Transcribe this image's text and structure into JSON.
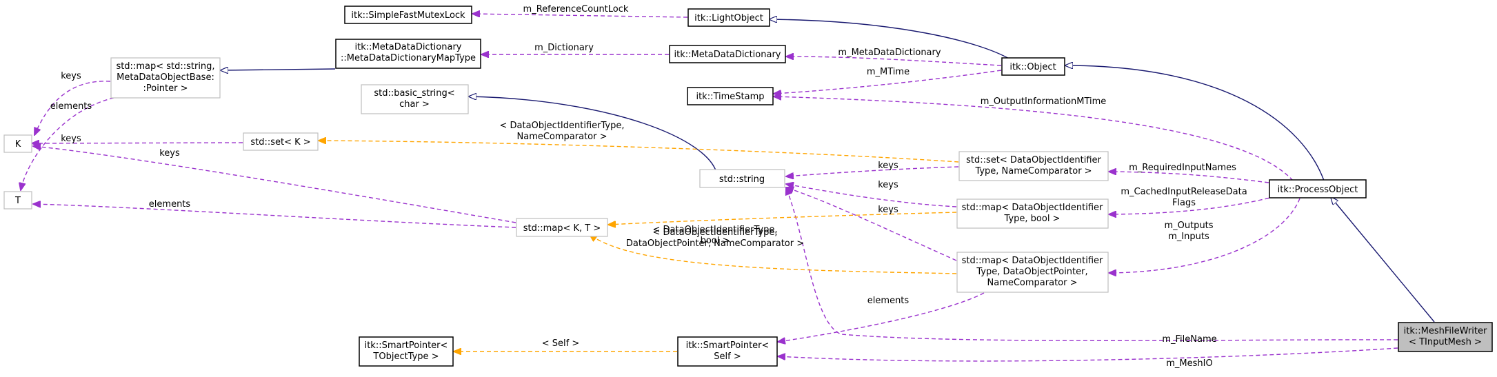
{
  "colors": {
    "inheritance": "#191970",
    "usage": "#9a32cd",
    "template": "#ffa500",
    "light_border": "#bfbfbf",
    "focus_fill": "#bfbfbf"
  },
  "nodes": {
    "simple_fast_mutex_lock": [
      "itk::SimpleFastMutexLock"
    ],
    "light_object": [
      "itk::LightObject"
    ],
    "meta_data_dictionary_map_type": [
      "itk::MetaDataDictionary",
      "::MetaDataDictionaryMapType"
    ],
    "meta_data_dictionary": [
      "itk::MetaDataDictionary"
    ],
    "object": [
      "itk::Object"
    ],
    "std_map_string_pointer": [
      "std::map< std::string,",
      "MetaDataObjectBase:",
      ":Pointer >"
    ],
    "time_stamp": [
      "itk::TimeStamp"
    ],
    "basic_string": [
      "std::basic_string<",
      "char >"
    ],
    "k": [
      "K"
    ],
    "std_set_k": [
      "std::set< K >"
    ],
    "t": [
      "T"
    ],
    "std_string": [
      "std::string"
    ],
    "std_set_identifier": [
      "std::set< DataObjectIdentifier",
      "Type, NameComparator >"
    ],
    "process_object": [
      "itk::ProcessObject"
    ],
    "std_map_bool": [
      "std::map< DataObjectIdentifier",
      "Type, bool >"
    ],
    "std_map_k_t": [
      "std::map< K, T >"
    ],
    "std_map_pointer": [
      "std::map< DataObjectIdentifier",
      "Type, DataObjectPointer,",
      "NameComparator >"
    ],
    "smart_pointer_tobject": [
      "itk::SmartPointer<",
      "TObjectType >"
    ],
    "smart_pointer_self": [
      "itk::SmartPointer<",
      "Self >"
    ],
    "mesh_file_writer": [
      "itk::MeshFileWriter",
      "< TInputMesh >"
    ]
  },
  "edges": {
    "reference_count_lock": [
      "m_ReferenceCountLock"
    ],
    "dictionary": [
      "m_Dictionary"
    ],
    "meta_data_dictionary": [
      "m_MetaDataDictionary"
    ],
    "mtime": [
      "m_MTime"
    ],
    "keys_map": [
      "keys"
    ],
    "elements_map": [
      "elements"
    ],
    "set_k_template": [
      "< DataObjectIdentifierType,",
      "NameComparator >"
    ],
    "keys_set_k": [
      "keys"
    ],
    "keys_map_k_t": [
      "keys"
    ],
    "output_information_mtime": [
      "m_OutputInformationMTime"
    ],
    "keys_set_identifier": [
      "keys"
    ],
    "keys_map_bool": [
      "keys"
    ],
    "keys_map_pointer": [
      "keys"
    ],
    "elements_t": [
      "elements"
    ],
    "map_bool_template": [
      "< DataObjectIdentifierType,",
      "bool >"
    ],
    "map_pointer_template": [
      "< DataObjectIdentifierType,",
      "DataObjectPointer, NameComparator >"
    ],
    "required_input_names": [
      "m_RequiredInputNames"
    ],
    "cached_input_release": [
      "m_CachedInputReleaseData",
      "Flags"
    ],
    "outputs_inputs": [
      "m_Outputs",
      "m_Inputs"
    ],
    "elements_smart_pointer": [
      "elements"
    ],
    "self_template": [
      "< Self >"
    ],
    "file_name": [
      "m_FileName"
    ],
    "mesh_io": [
      "m_MeshIO"
    ]
  }
}
